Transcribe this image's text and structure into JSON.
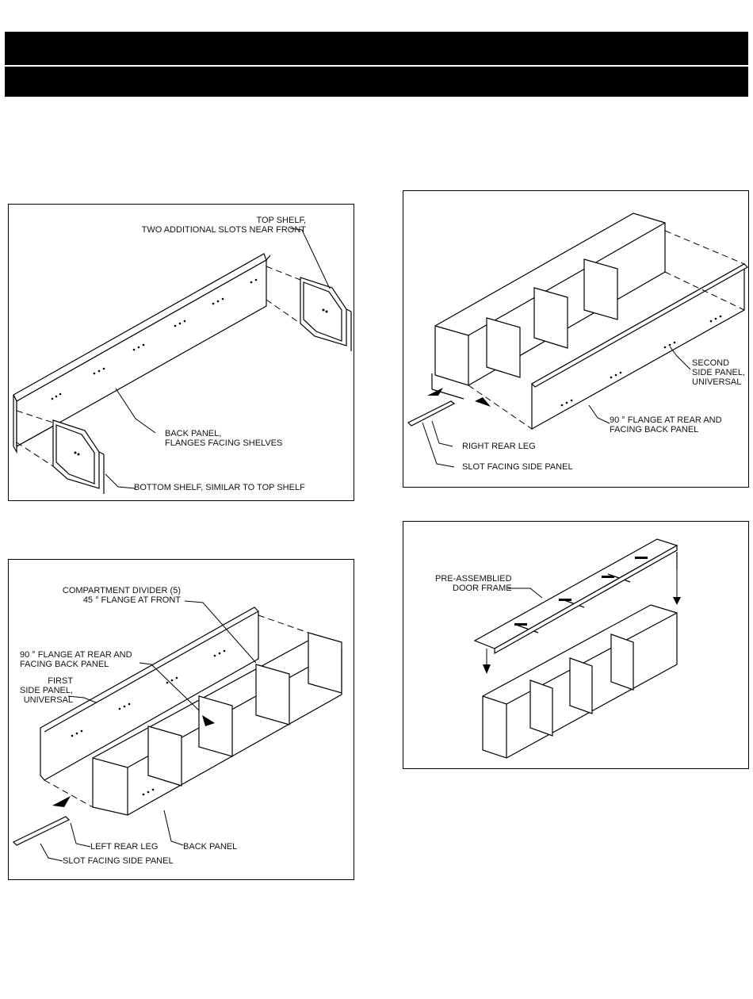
{
  "header": {
    "color": "#000000"
  },
  "figures": {
    "shelves": {
      "top_shelf_line1": "TOP SHELF,",
      "top_shelf_line2": "TWO ADDITIONAL SLOTS NEAR FRONT",
      "back_panel_line1": "BACK PANEL,",
      "back_panel_line2": "FLANGES FACING SHELVES",
      "bottom_shelf": "BOTTOM SHELF, SIMILAR TO TOP SHELF"
    },
    "first_side": {
      "divider_line1": "COMPARTMENT DIVIDER (5)",
      "divider_line2": "45 ° FLANGE AT FRONT",
      "flange_line1": "90 ° FLANGE AT REAR AND",
      "flange_line2": "FACING BACK PANEL",
      "side_line1": "FIRST",
      "side_line2": "SIDE PANEL,",
      "side_line3": "UNIVERSAL",
      "left_leg": "LEFT REAR LEG",
      "slot": "SLOT FACING SIDE PANEL",
      "back_panel": "BACK PANEL"
    },
    "second_side": {
      "side_line1": "SECOND",
      "side_line2": "SIDE PANEL,",
      "side_line3": "UNIVERSAL",
      "flange_line1": "90 ° FLANGE AT REAR AND",
      "flange_line2": "FACING BACK PANEL",
      "right_leg": "RIGHT REAR LEG",
      "slot": "SLOT FACING SIDE PANEL"
    },
    "door_frame": {
      "frame_line1": "PRE-ASSEMBLIED",
      "frame_line2": "DOOR FRAME"
    }
  }
}
